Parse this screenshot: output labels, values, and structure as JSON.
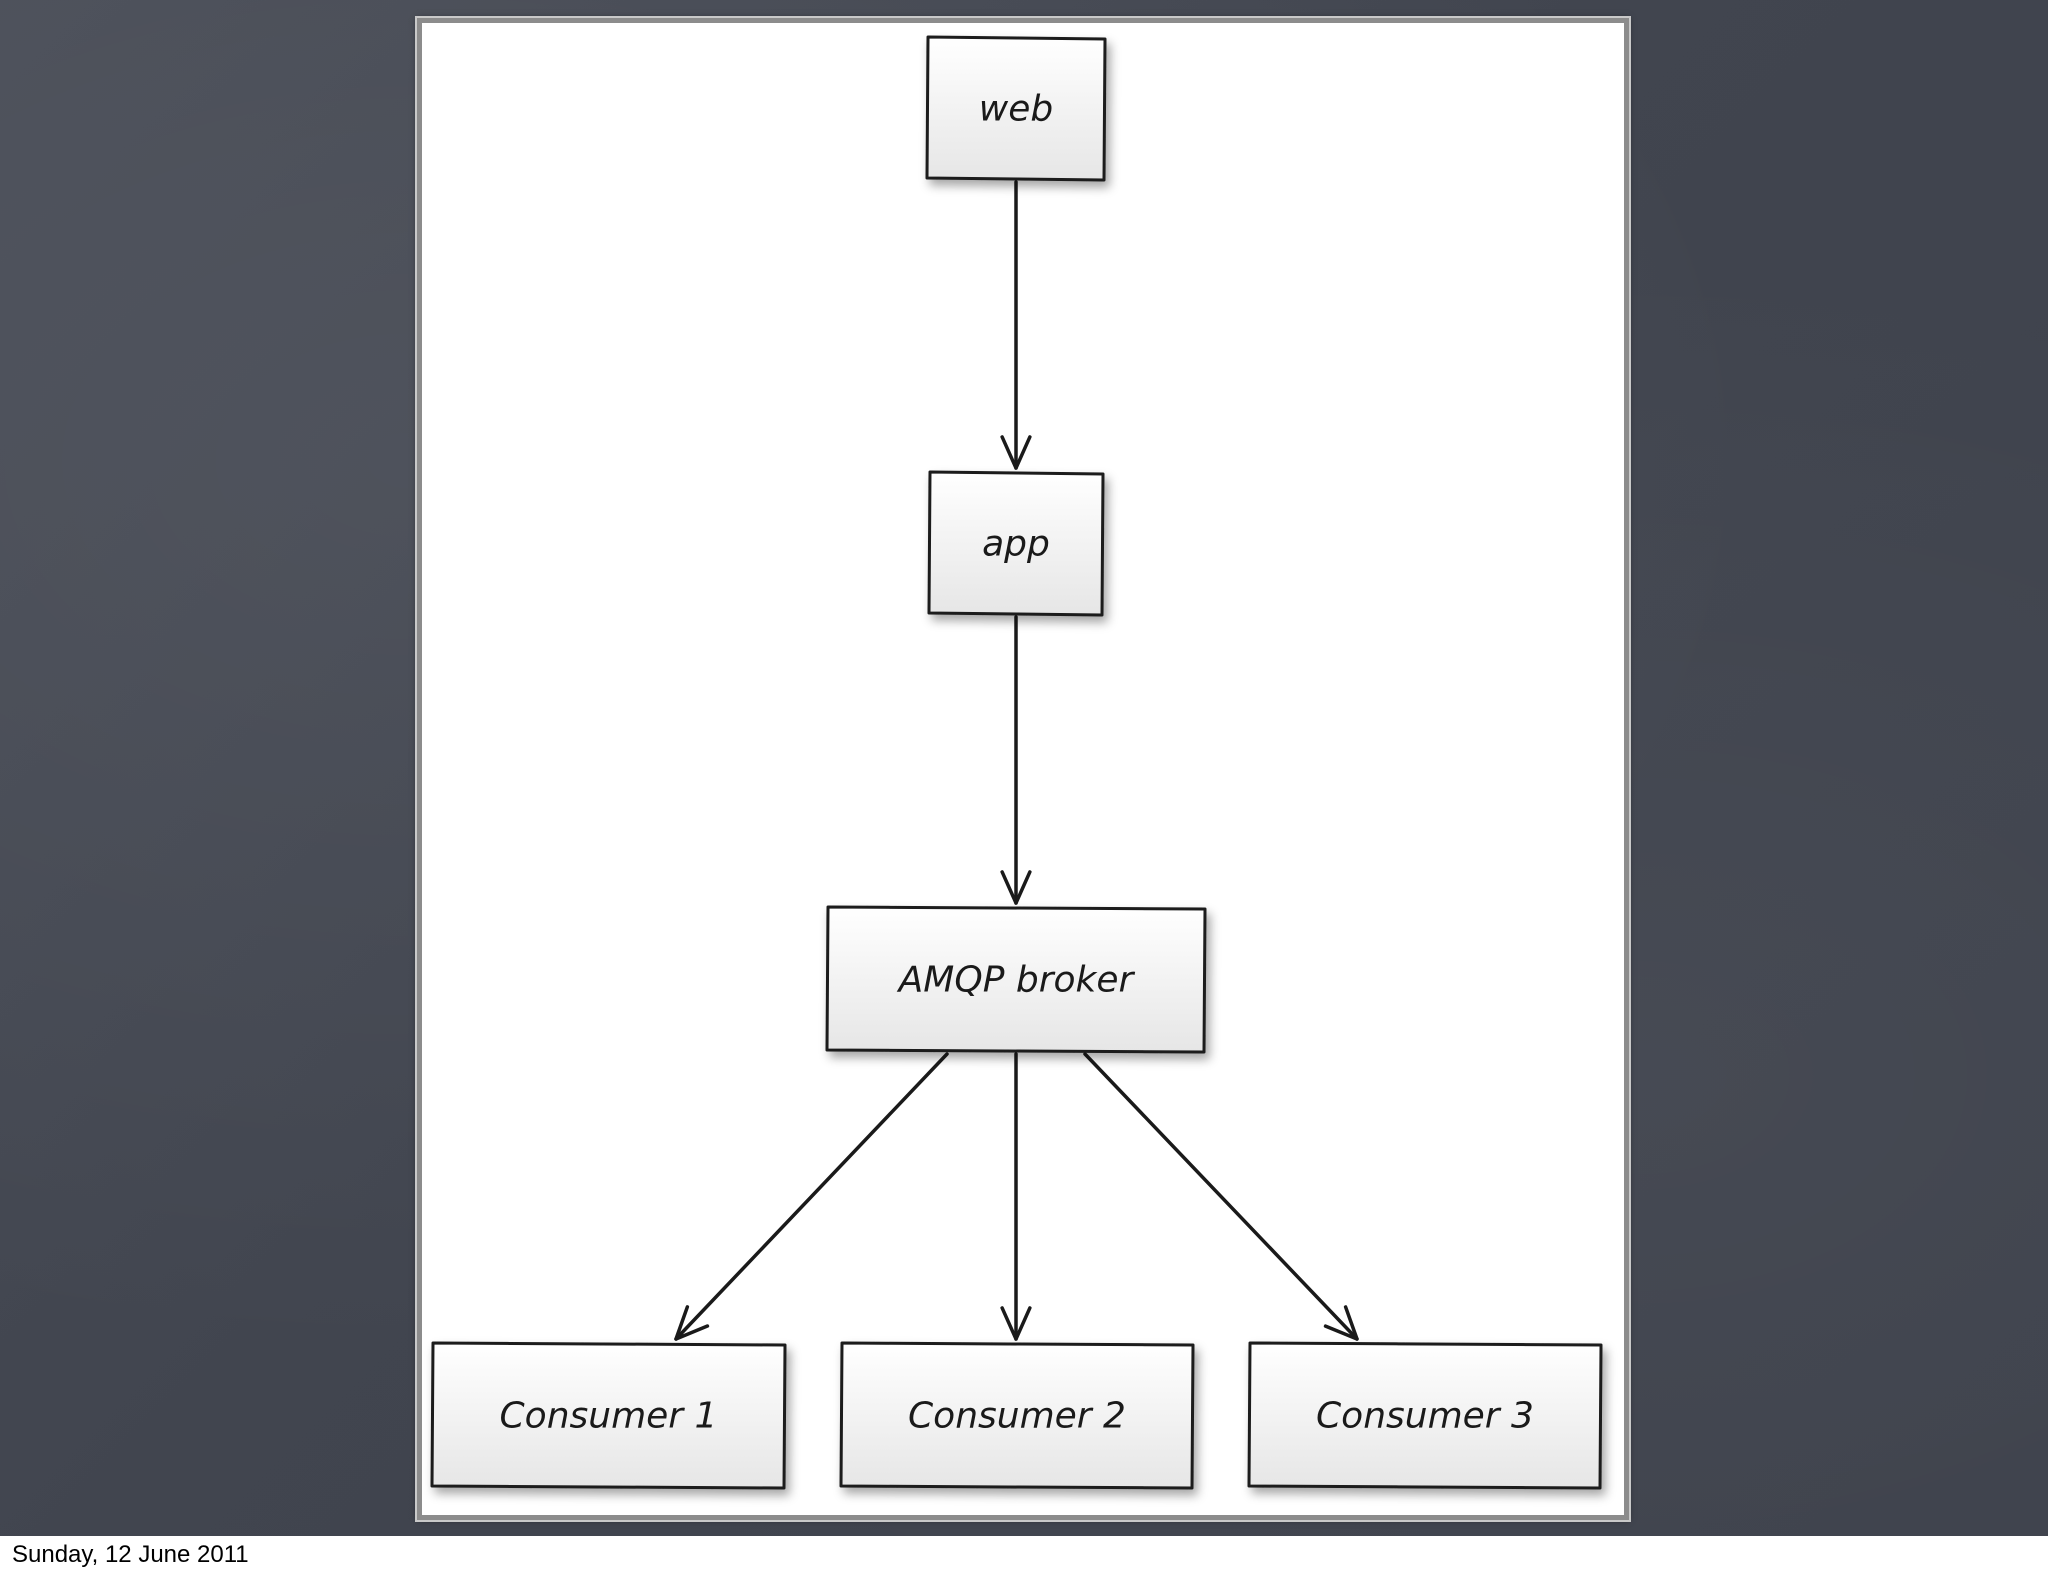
{
  "footer": {
    "date": "Sunday, 12 June 2011"
  },
  "diagram": {
    "nodes": [
      {
        "id": "web",
        "label": "web"
      },
      {
        "id": "app",
        "label": "app"
      },
      {
        "id": "broker",
        "label": "AMQP broker"
      },
      {
        "id": "consumer1",
        "label": "Consumer 1"
      },
      {
        "id": "consumer2",
        "label": "Consumer 2"
      },
      {
        "id": "consumer3",
        "label": "Consumer 3"
      }
    ],
    "edges": [
      {
        "from": "web",
        "to": "app"
      },
      {
        "from": "app",
        "to": "broker"
      },
      {
        "from": "broker",
        "to": "consumer1"
      },
      {
        "from": "broker",
        "to": "consumer2"
      },
      {
        "from": "broker",
        "to": "consumer3"
      }
    ]
  },
  "colors": {
    "node_fill": "#efefef",
    "node_stroke": "#1a1a1a",
    "edge_stroke": "#1a1a1a",
    "background": "#42464f"
  }
}
